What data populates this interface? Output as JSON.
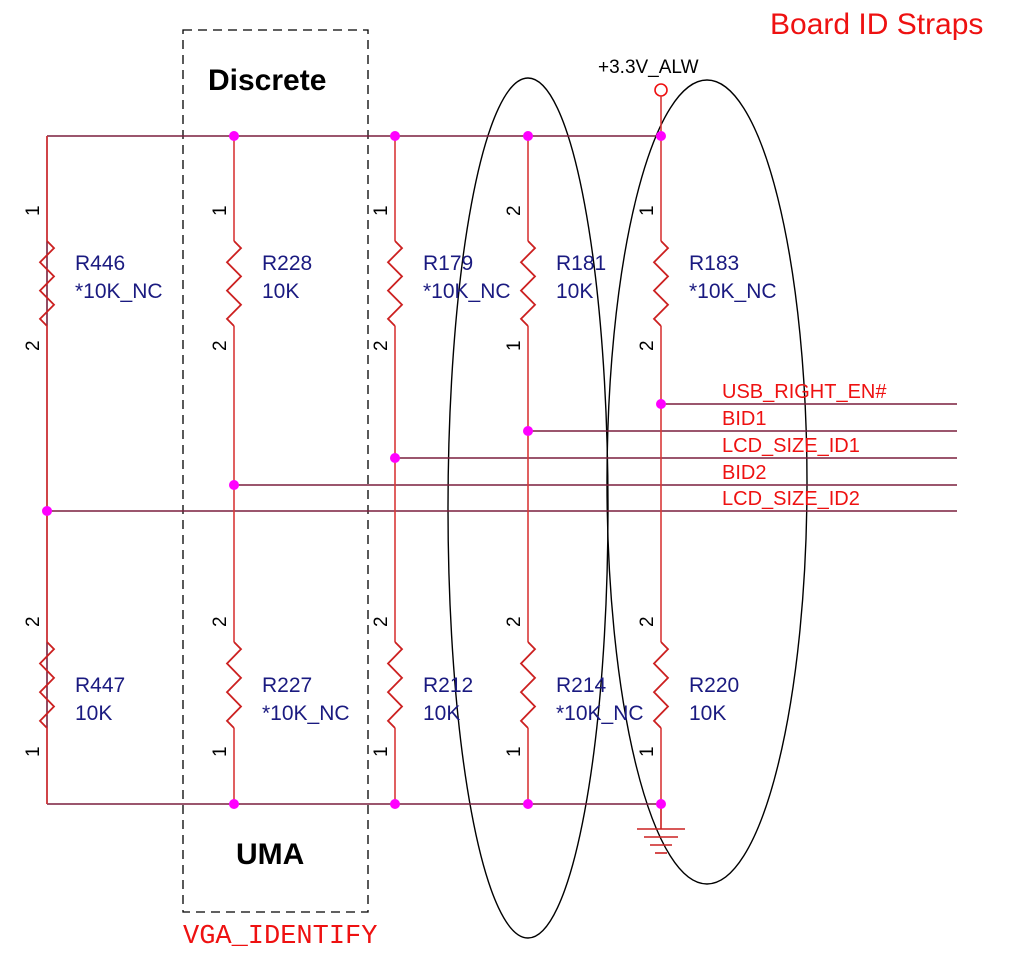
{
  "title": "Board ID Straps",
  "power_rail": "+3.3V_ALW",
  "region_labels": {
    "top": "Discrete",
    "bottom": "UMA",
    "group": "VGA_IDENTIFY"
  },
  "nets": [
    "USB_RIGHT_EN#",
    "BID1",
    "LCD_SIZE_ID1",
    "BID2",
    "LCD_SIZE_ID2"
  ],
  "resistors_top": [
    {
      "ref": "R446",
      "value": "*10K_NC",
      "pin_top": "1",
      "pin_bottom": "2"
    },
    {
      "ref": "R228",
      "value": "10K",
      "pin_top": "1",
      "pin_bottom": "2"
    },
    {
      "ref": "R179",
      "value": "*10K_NC",
      "pin_top": "1",
      "pin_bottom": "2"
    },
    {
      "ref": "R181",
      "value": "10K",
      "pin_top": "2",
      "pin_bottom": "1"
    },
    {
      "ref": "R183",
      "value": "*10K_NC",
      "pin_top": "1",
      "pin_bottom": "2"
    }
  ],
  "resistors_bottom": [
    {
      "ref": "R447",
      "value": "10K",
      "pin_top": "2",
      "pin_bottom": "1"
    },
    {
      "ref": "R227",
      "value": "*10K_NC",
      "pin_top": "2",
      "pin_bottom": "1"
    },
    {
      "ref": "R212",
      "value": "10K",
      "pin_top": "2",
      "pin_bottom": "1"
    },
    {
      "ref": "R214",
      "value": "*10K_NC",
      "pin_top": "2",
      "pin_bottom": "1"
    },
    {
      "ref": "R220",
      "value": "10K",
      "pin_top": "2",
      "pin_bottom": "1"
    }
  ]
}
